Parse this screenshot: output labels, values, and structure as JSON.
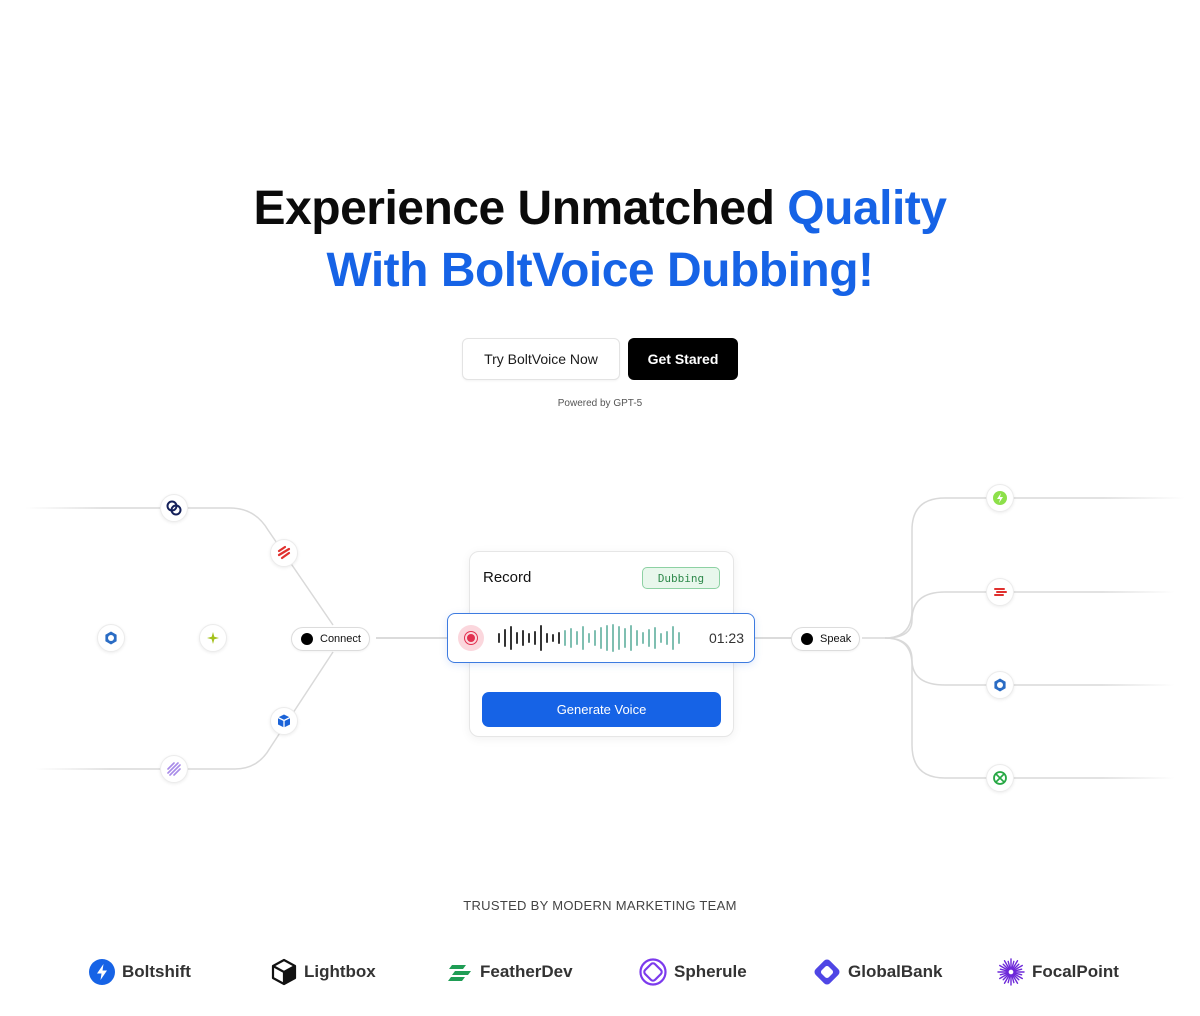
{
  "hero": {
    "line1": "Experience Unmatched ",
    "line1_accent": "Quality",
    "line2_accent": "With BoltVoice Dubbing!"
  },
  "actions": {
    "try_label": "Try BoltVoice Now",
    "start_label": "Get Stared",
    "powered": "Powered by GPT-5"
  },
  "flow": {
    "connect_label": "Connect",
    "speak_label": "Speak"
  },
  "recorder_card": {
    "title": "Record",
    "badge": "Dubbing",
    "time": "01:23",
    "generate_label": "Generate Voice"
  },
  "trusted": {
    "heading": "TRUSTED BY MODERN MARKETING TEAM",
    "logos": [
      {
        "name": "Boltshift",
        "icon": "bolt-circle-icon",
        "color": "#1663e6"
      },
      {
        "name": "Lightbox",
        "icon": "cube-icon",
        "color": "#111111"
      },
      {
        "name": "FeatherDev",
        "icon": "feather-stripes-icon",
        "color": "#1f9d55"
      },
      {
        "name": "Spherule",
        "icon": "sphere-icon",
        "color": "#7c3aed"
      },
      {
        "name": "GlobalBank",
        "icon": "diamond-ring-icon",
        "color": "#4f46e5"
      },
      {
        "name": "FocalPoint",
        "icon": "starburst-icon",
        "color": "#6d28d9"
      }
    ]
  },
  "colors": {
    "accent": "#1663e6",
    "record": "#e2304f",
    "wave_dark": "#333333",
    "wave_teal": "#7fbfb1"
  }
}
